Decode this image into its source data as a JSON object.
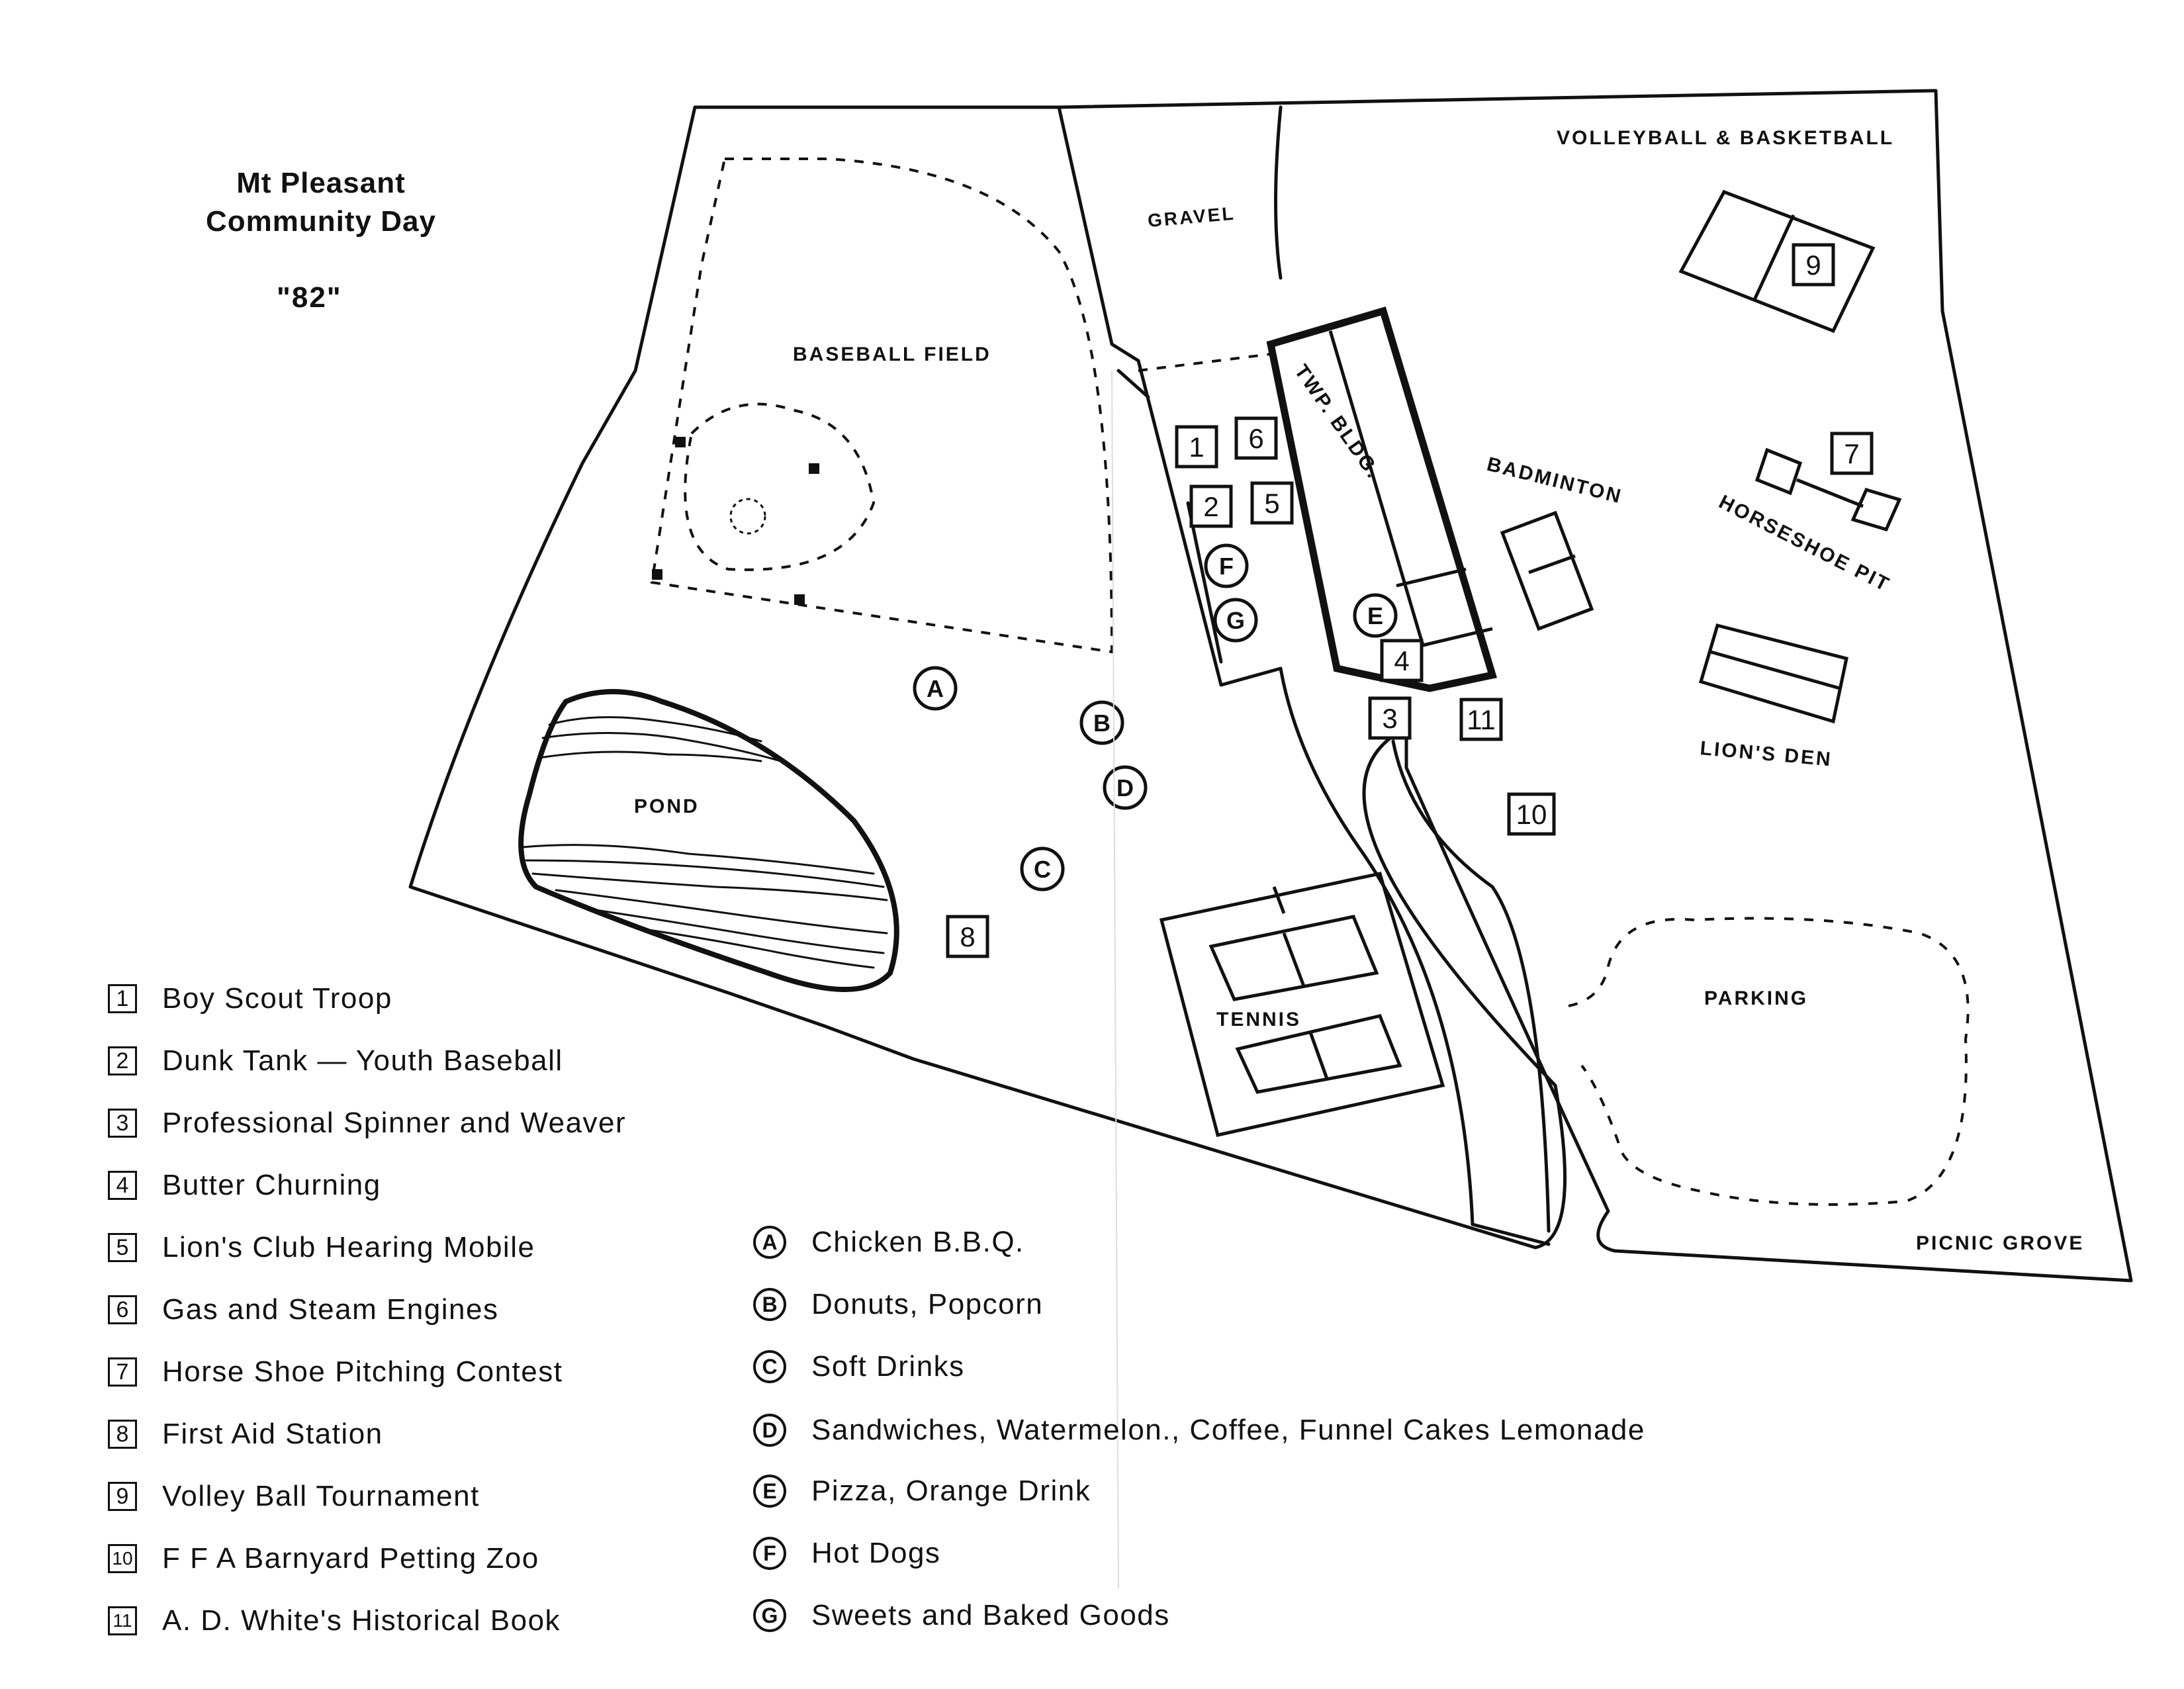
{
  "title": {
    "line1": "Mt Pleasant",
    "line2": "Community Day",
    "year": "\"82\""
  },
  "map_labels": {
    "baseball_field": "BASEBALL FIELD",
    "gravel": "GRAVEL",
    "twp_bldg": "TWP. BLDG.",
    "volleyball": "VOLLEYBALL & BASKETBALL",
    "badminton": "BADMINTON",
    "horseshoe_pit": "HORSESHOE PIT",
    "lions_den": "LION'S DEN",
    "pond": "POND",
    "tennis": "TENNIS",
    "parking": "PARKING",
    "picnic_grove": "PICNIC GROVE"
  },
  "map_markers": {
    "booths": [
      "1",
      "2",
      "3",
      "4",
      "5",
      "6",
      "7",
      "8",
      "9",
      "10",
      "11"
    ],
    "food": [
      "A",
      "B",
      "C",
      "D",
      "E",
      "F",
      "G"
    ]
  },
  "legend_booths": [
    {
      "num": "1",
      "label": "Boy Scout Troop"
    },
    {
      "num": "2",
      "label": "Dunk Tank — Youth Baseball"
    },
    {
      "num": "3",
      "label": "Professional  Spinner and Weaver"
    },
    {
      "num": "4",
      "label": "Butter Churning"
    },
    {
      "num": "5",
      "label": "Lion's Club Hearing Mobile"
    },
    {
      "num": "6",
      "label": "Gas and Steam Engines"
    },
    {
      "num": "7",
      "label": "Horse Shoe Pitching Contest"
    },
    {
      "num": "8",
      "label": "First Aid Station"
    },
    {
      "num": "9",
      "label": "Volley Ball Tournament"
    },
    {
      "num": "10",
      "label": "F F A Barnyard Petting Zoo"
    },
    {
      "num": "11",
      "label": "A. D. White's Historical Book"
    }
  ],
  "legend_food": [
    {
      "letter": "A",
      "label": "Chicken B.B.Q."
    },
    {
      "letter": "B",
      "label": "Donuts, Popcorn"
    },
    {
      "letter": "C",
      "label": "Soft Drinks"
    },
    {
      "letter": "D",
      "label": "Sandwiches, Watermelon., Coffee, Funnel Cakes Lemonade"
    },
    {
      "letter": "E",
      "label": "Pizza, Orange Drink"
    },
    {
      "letter": "F",
      "label": "Hot Dogs"
    },
    {
      "letter": "G",
      "label": "Sweets and Baked Goods"
    }
  ]
}
